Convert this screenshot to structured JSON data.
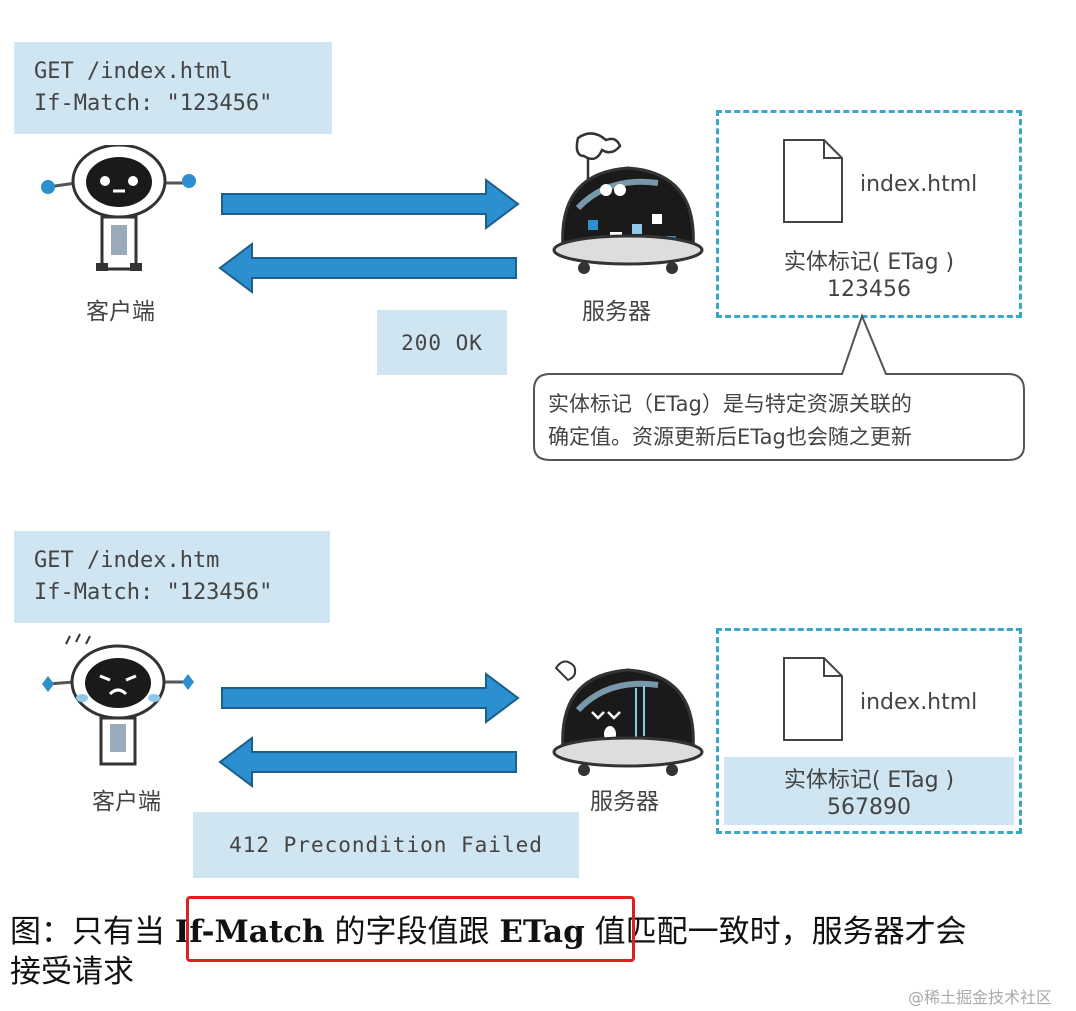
{
  "top": {
    "request_line1": "GET /index.html",
    "request_line2": "If-Match: \"123456\"",
    "client_label": "客户端",
    "server_label": "服务器",
    "response": "200 OK",
    "file_name": "index.html",
    "etag_label": "实体标记( ETag )",
    "etag_value": "123456",
    "callout_line1": "实体标记（ETag）是与特定资源关联的",
    "callout_line2": "确定值。资源更新后ETag也会随之更新"
  },
  "bottom": {
    "request_line1": "GET /index.htm",
    "request_line2": "If-Match: \"123456\"",
    "client_label": "客户端",
    "server_label": "服务器",
    "response": "412 Precondition Failed",
    "file_name": "index.html",
    "etag_label": "实体标记( ETag )",
    "etag_value": "567890"
  },
  "caption": {
    "prefix": "图：只有当 ",
    "ifmatch": "If-Match",
    "mid": " 的字段值跟 ",
    "etag": "ETag",
    "suffix": " 值匹配一致时，服务器才会",
    "line2": "接受请求"
  },
  "watermark": "@稀土掘金技术社区",
  "colors": {
    "request_bg": "#cfe5f1",
    "arrow": "#2b8fd0",
    "dashed_border": "#3aa7c8",
    "highlight": "#e02020"
  }
}
